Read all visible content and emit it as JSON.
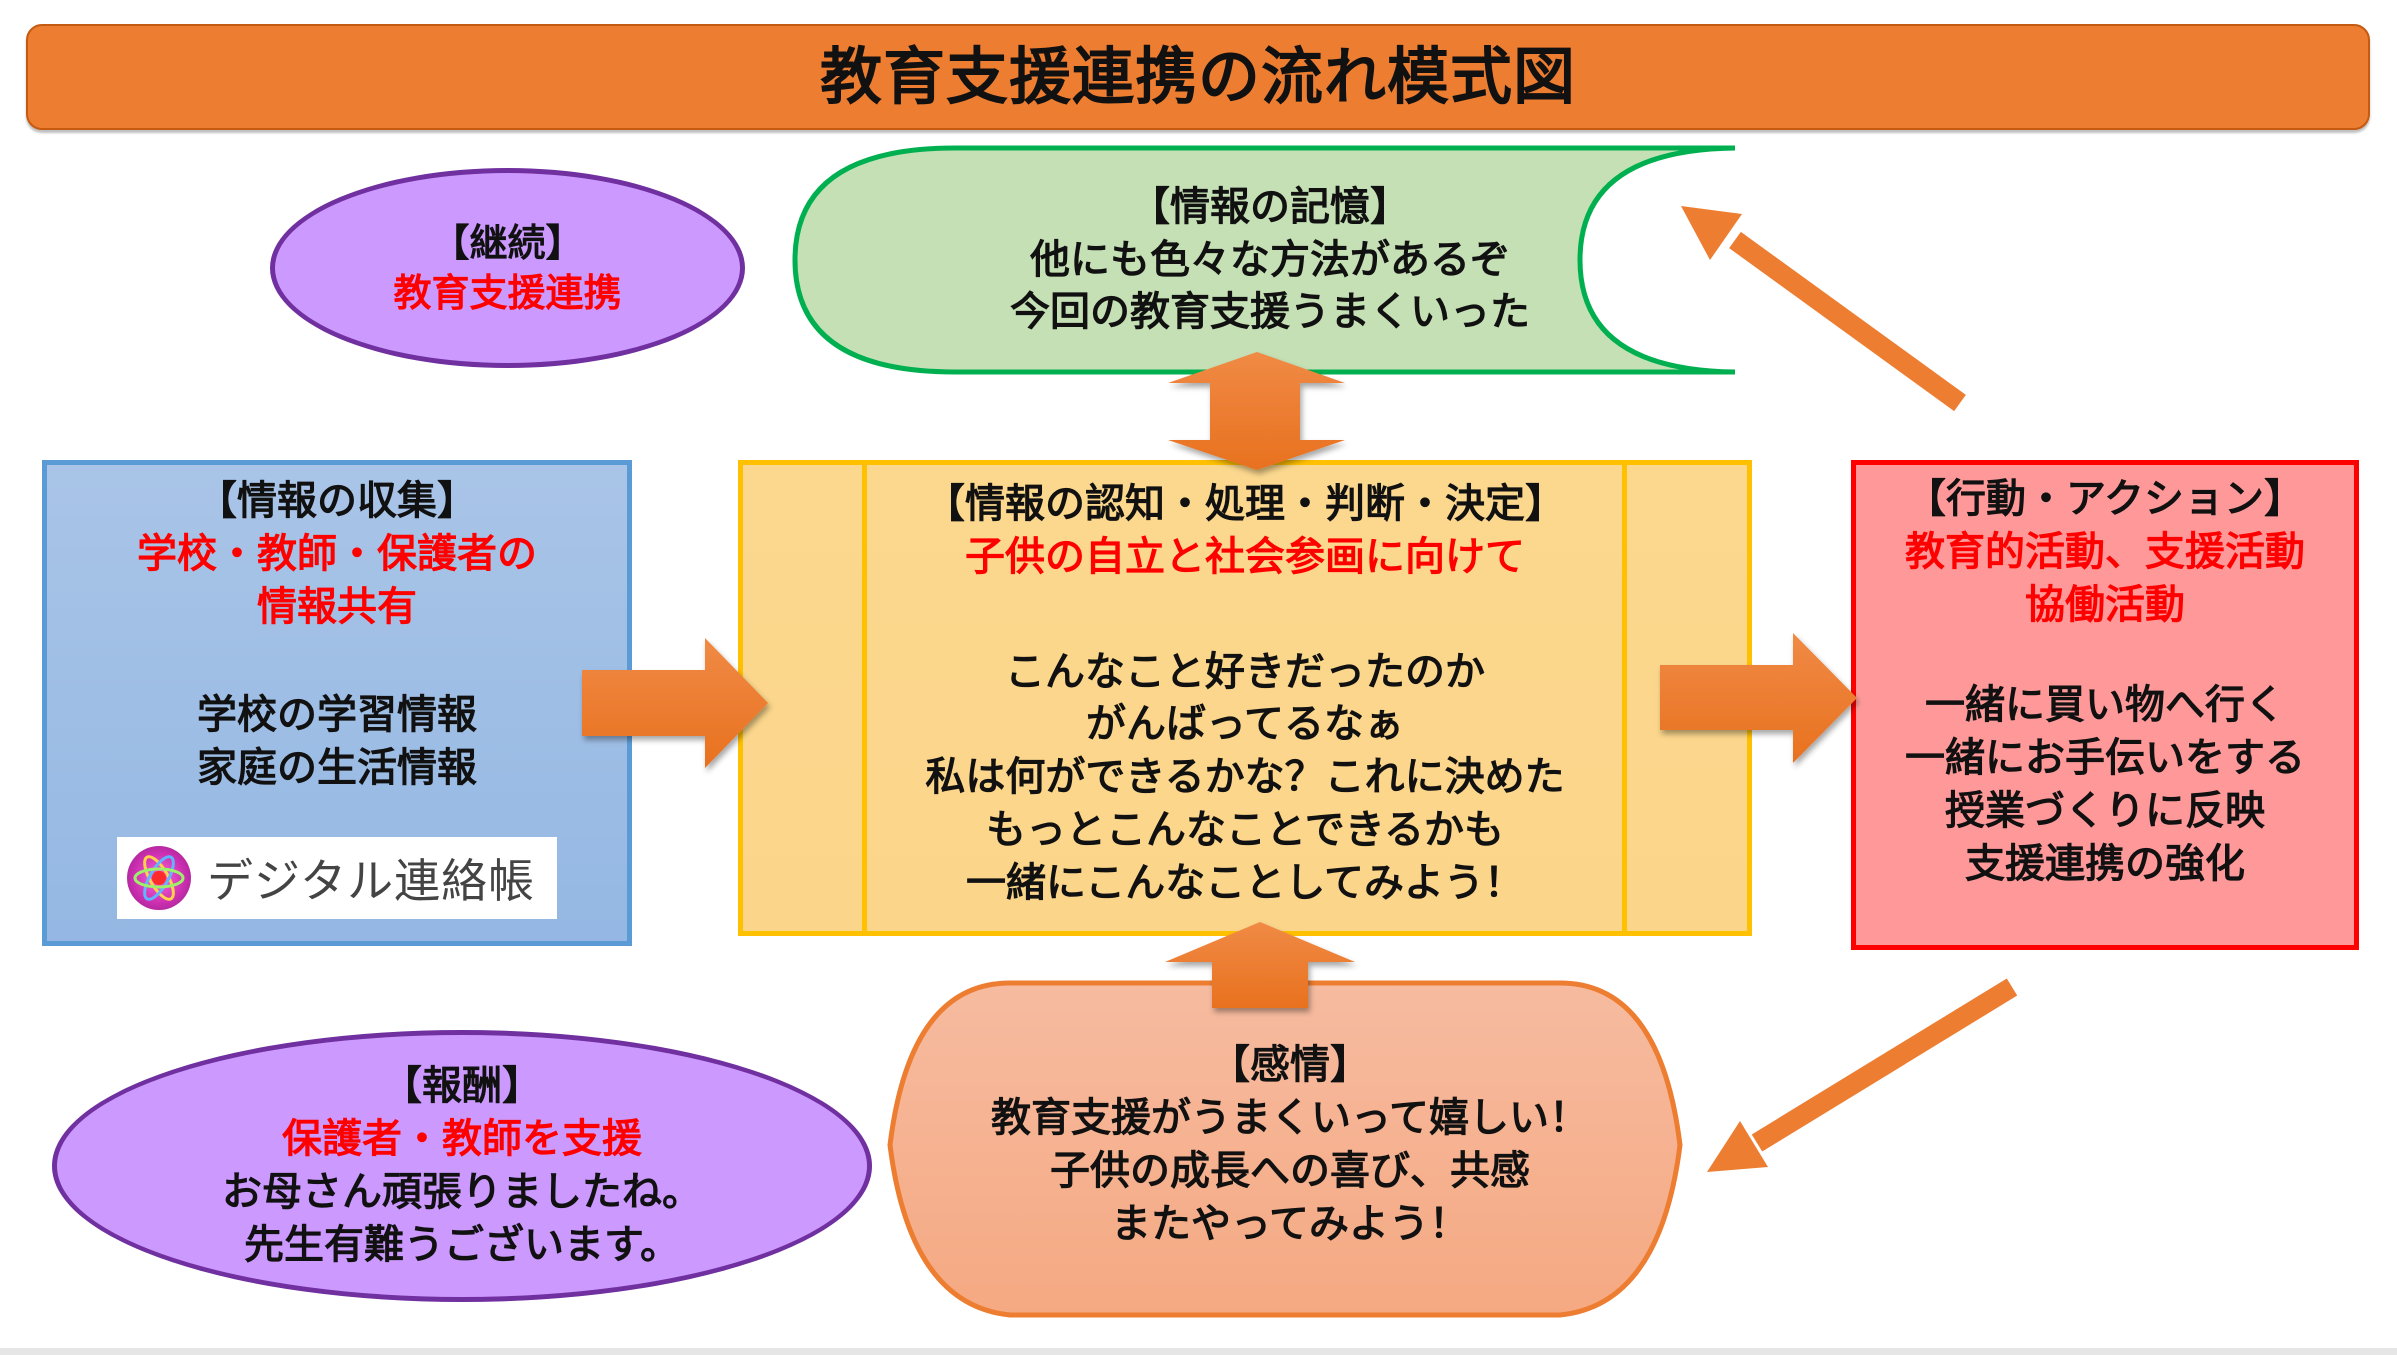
{
  "title": "教育支援連携の流れ模式図",
  "colors": {
    "title_bar": "#ed7d31",
    "arrow": "#ed7d31",
    "continuation_fill": "#cc99ff",
    "continuation_border": "#7030a0",
    "memory_fill": "#c5e0b4",
    "memory_border": "#00b050",
    "collection_fill": "#a9c4e7",
    "collection_border": "#5b9bd5",
    "processing_fill": "#fbd88e",
    "processing_border": "#ffc000",
    "action_fill": "#ff9999",
    "action_border": "#ff0000",
    "emotion_fill": "#f6b596",
    "emotion_border": "#ed7d31",
    "highlight_text": "#ff0000"
  },
  "continuation": {
    "heading": "【継続】",
    "highlight": "教育支援連携"
  },
  "memory": {
    "heading": "【情報の記憶】",
    "lines": [
      "他にも色々な方法があるぞ",
      "今回の教育支援うまくいった"
    ]
  },
  "collection": {
    "heading": "【情報の収集】",
    "highlight_lines": [
      "学校・教師・保護者の",
      "情報共有"
    ],
    "lines": [
      "学校の学習情報",
      "家庭の生活情報"
    ],
    "badge": {
      "icon": "atom-logo-icon",
      "label": "デジタル連絡帳"
    }
  },
  "processing": {
    "heading": "【情報の認知・処理・判断・決定】",
    "highlight": "子供の自立と社会参画に向けて",
    "lines": [
      "こんなこと好きだったのか",
      "がんばってるなぁ",
      "私は何ができるかな？これに決めた",
      "もっとこんなことできるかも",
      "一緒にこんなことしてみよう！"
    ]
  },
  "action": {
    "heading": "【行動・アクション】",
    "highlight_lines": [
      "教育的活動、支援活動",
      "協働活動"
    ],
    "lines": [
      "一緒に買い物へ行く",
      "一緒にお手伝いをする",
      "授業づくりに反映",
      "支援連携の強化"
    ]
  },
  "reward": {
    "heading": "【報酬】",
    "highlight": "保護者・教師を支援",
    "lines": [
      "お母さん頑張りましたね。",
      "先生有難うございます。"
    ]
  },
  "emotion": {
    "heading": "【感情】",
    "lines": [
      "教育支援がうまくいって嬉しい！",
      "子供の成長への喜び、共感",
      "またやってみよう！"
    ]
  },
  "arrows": [
    {
      "from": "collection",
      "to": "processing",
      "icon": "arrow-right-icon"
    },
    {
      "from": "processing",
      "to": "action",
      "icon": "arrow-right-icon"
    },
    {
      "from": "processing",
      "to": "memory",
      "icon": "arrow-up-down-icon",
      "bidirectional": true
    },
    {
      "from": "emotion",
      "to": "processing",
      "icon": "arrow-up-icon"
    },
    {
      "from": "action",
      "to": "memory",
      "icon": "arrow-up-left-icon"
    },
    {
      "from": "action",
      "to": "emotion",
      "icon": "arrow-down-left-icon"
    }
  ]
}
